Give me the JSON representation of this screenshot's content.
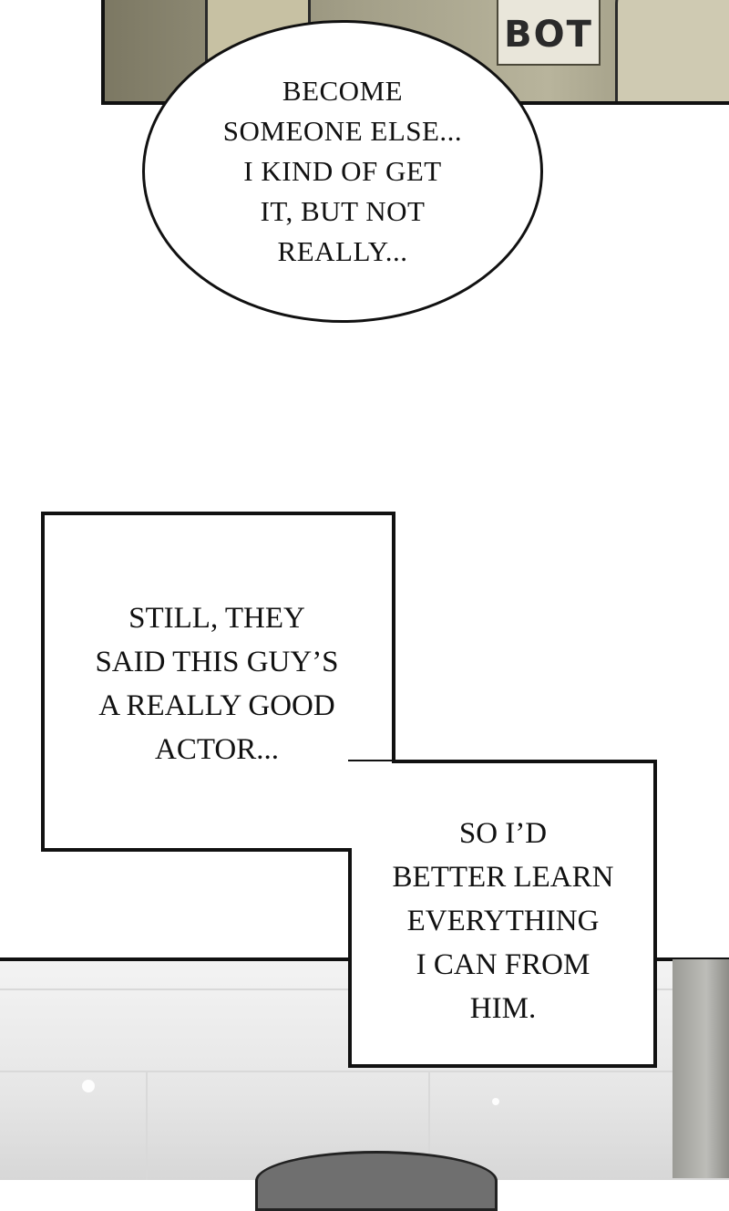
{
  "panels": {
    "top": {
      "sign_text": "BOT"
    }
  },
  "speech_bubble": {
    "lines": [
      "BECOME",
      "SOMEONE ELSE...",
      "I KIND OF GET",
      "IT, BUT NOT",
      "REALLY..."
    ]
  },
  "captions": [
    {
      "lines": [
        "STILL, THEY",
        "SAID THIS GUY’S",
        "A REALLY GOOD",
        "ACTOR..."
      ]
    },
    {
      "lines": [
        "SO I’D",
        "BETTER LEARN",
        "EVERYTHING",
        "I CAN FROM",
        "HIM."
      ]
    }
  ],
  "colors": {
    "ink": "#111111",
    "paper": "#ffffff"
  }
}
